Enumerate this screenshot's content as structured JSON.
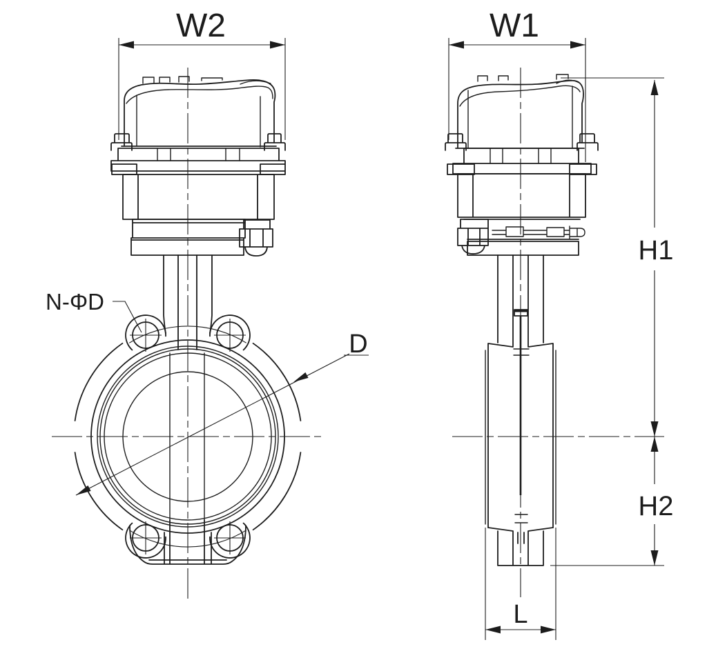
{
  "drawing": {
    "colors": {
      "line": "#1c1c1c",
      "background": "#ffffff"
    },
    "views": {
      "front": {
        "dimensions": {
          "width": "W2",
          "bolt_holes": "N-ΦD",
          "bore_diameter": "D"
        }
      },
      "side": {
        "dimensions": {
          "width": "W1",
          "height_upper": "H1",
          "height_lower": "H2",
          "face_to_face": "L"
        }
      }
    }
  }
}
